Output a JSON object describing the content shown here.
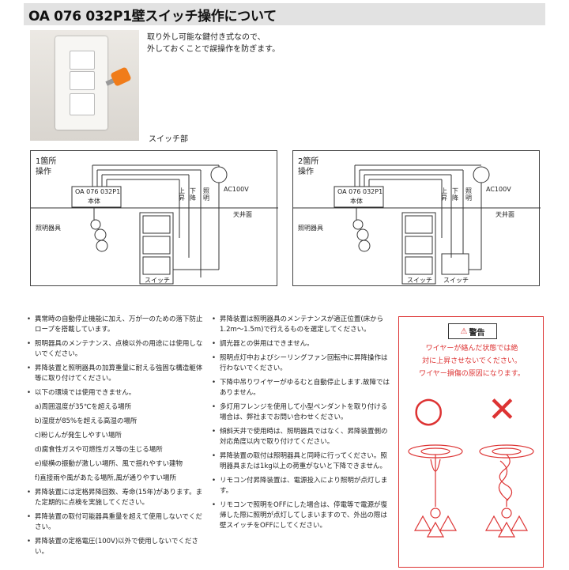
{
  "title": "OA 076 032P1壁スイッチ操作について",
  "photo_caption": [
    "取り外し可能な鍵付き式なので、",
    "外しておくことで誤操作を防ぎます。"
  ],
  "switch_caption": "スイッチ部",
  "diagram1": {
    "heading1": "1箇所",
    "heading2": "操作",
    "model": "OA 076 032P1",
    "body": "本体",
    "up": "上昇",
    "down": "下降",
    "light": "照明",
    "ac": "AC100V",
    "ceiling": "天井面",
    "fixture": "照明器具",
    "switch": "スイッチ"
  },
  "diagram2": {
    "heading1": "2箇所",
    "heading2": "操作",
    "model": "OA 076 032P1",
    "body": "本体",
    "up": "上昇",
    "down": "下降",
    "light": "照明",
    "ac": "AC100V",
    "ceiling": "天井面",
    "fixture": "照明器具",
    "switch": "スイッチ",
    "switch2": "スイッチ"
  },
  "left_notes": [
    "異常時の自動停止機能に加え、万が一のための落下防止ロープを搭載しています。",
    "照明器具のメンテナンス、点検以外の用途には使用しないでください。",
    "昇降装置と照明器具の加算重量に耐える強固な構造躯体等に取り付けてください。",
    "以下の環境では使用できません。",
    "a)周囲温度が35℃を超える場所",
    "b)湿度が85%を超える高湿の場所",
    "c)粉じんが発生しやすい場所",
    "d)腐食性ガスや可燃性ガス等の生じる場所",
    "e)縦横の振動が激しい場所、風で揺れやすい建物",
    "f)直接雨や風があたる場所,風が通りやすい場所",
    "昇降装置には定格昇降回数、寿命(15年)があります。また定期的に点検を実施してください。",
    "昇降装置の取付可能器具重量を超えて使用しないでください。",
    "昇降装置の定格電圧(100V)以外で使用しないでください。"
  ],
  "mid_notes": [
    "昇降装置は照明器具のメンテナンスが適正位置(床から1.2m〜1.5m)で行えるものを選定してください。",
    "調光器との併用はできません。",
    "照明点灯中およびシーリングファン回転中に昇降操作は行わないでください。",
    "下降中吊りワイヤーがゆるむと自動停止します.故障ではありません。",
    "多灯用フレンジを使用して小型ペンダントを取り付ける場合は、弊社までお問い合わせください。",
    "傾斜天井で使用時は、照明器具ではなく、昇降装置側の対応角度以内で取り付けてください。",
    "昇降装置の取付は照明器具と同時に行ってください。照明器具または1kg以上の荷重がないと下降できません。",
    "リモコン付昇降装置は、電源投入により照明が点灯します。",
    "リモコンで照明をOFFにした場合は、停電等で電源が復帰した際に照明が点灯してしまいますので、外出の際は壁スイッチをOFFにしてください。"
  ],
  "warning": {
    "title": "警告",
    "text": [
      "ワイヤーが絡んだ状態では絶",
      "対に上昇させないでください。",
      "ワイヤー損傷の原因になります。"
    ],
    "ok": "○",
    "ng": "✕"
  },
  "colors": {
    "accent": "#d33333",
    "title_bg": "#e2e2e2"
  }
}
